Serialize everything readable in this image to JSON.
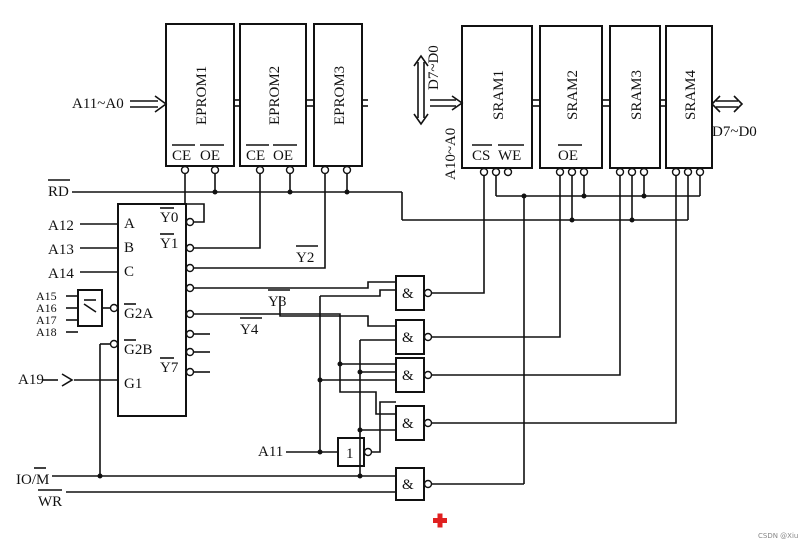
{
  "chips": {
    "eprom": [
      "EPROM1",
      "EPROM2",
      "EPROM3"
    ],
    "sram": [
      "SRAM1",
      "SRAM2",
      "SRAM3",
      "SRAM4"
    ]
  },
  "pins": {
    "ce": "CE",
    "oe": "OE",
    "cs": "CS",
    "we": "WE"
  },
  "buses": {
    "addr_eprom": "A11~A0",
    "addr_sram": "A10~A0",
    "data_top": "D7~D0",
    "data_right": "D7~D0"
  },
  "signals": {
    "rd": "RD",
    "io_m": "IO/M",
    "wr": "WR",
    "a11": "A11",
    "a19": "A19",
    "y2": "Y2",
    "y3": "Y3",
    "y4": "Y4"
  },
  "decoder": {
    "inputs": [
      "A",
      "B",
      "C",
      "G2A",
      "G2B",
      "G1"
    ],
    "outputs": [
      "Y0",
      "Y1",
      "Y7"
    ],
    "addr_inputs": [
      "A12",
      "A13",
      "A14",
      "A15",
      "A16",
      "A17",
      "A18"
    ]
  },
  "gates": {
    "and_symbol": "&",
    "inverter_symbol": "1"
  },
  "watermark": "CSDN @Xiu"
}
